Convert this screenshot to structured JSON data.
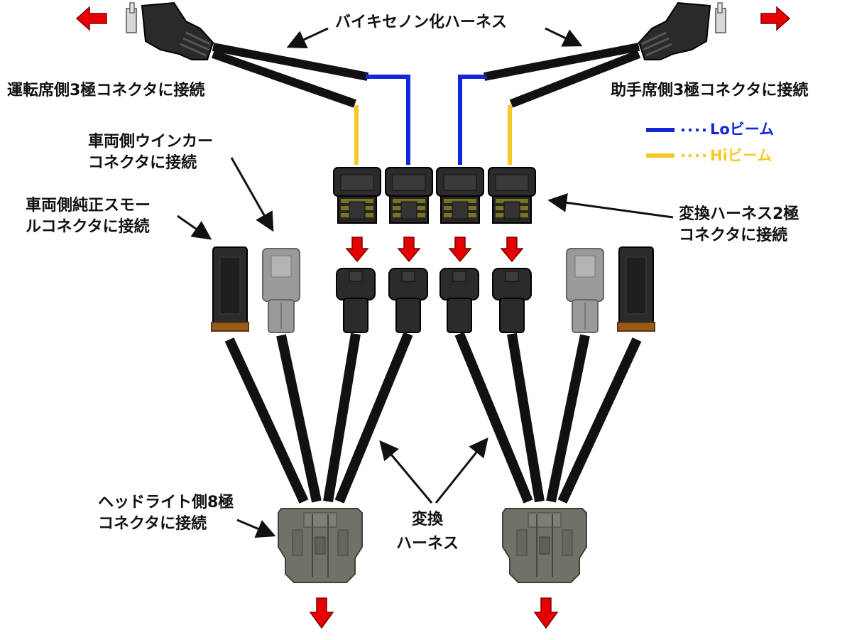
{
  "title": "バイキセノン化ハーネス",
  "labels": {
    "driver_side": "運転席側3極コネクタに接続",
    "passenger_side": "助手席側3極コネクタに接続",
    "winker_line1": "車両側ウインカー",
    "winker_line2": "コネクタに接続",
    "small_line1": "車両側純正スモー",
    "small_line2": "ルコネクタに接続",
    "conv2_line1": "変換ハーネス2極",
    "conv2_line2": "コネクタに接続",
    "headlight_line1": "ヘッドライト側8極",
    "headlight_line2": "コネクタに接続",
    "conv_line1": "変換",
    "conv_line2": "ハーネス"
  },
  "legend": [
    {
      "text": "Loビーム",
      "color": "#1228d8"
    },
    {
      "text": "Hiビーム",
      "color": "#f7c826"
    }
  ],
  "colors": {
    "arrow": "#e60000",
    "cable": "#111111",
    "lo_wire": "#1228d8",
    "hi_wire": "#f7c826",
    "connector_black": "#2b2b2b",
    "connector_grey": "#8f8f8f",
    "connector_olive": "#6f7266",
    "connector_brown": "#9c5a1a"
  }
}
